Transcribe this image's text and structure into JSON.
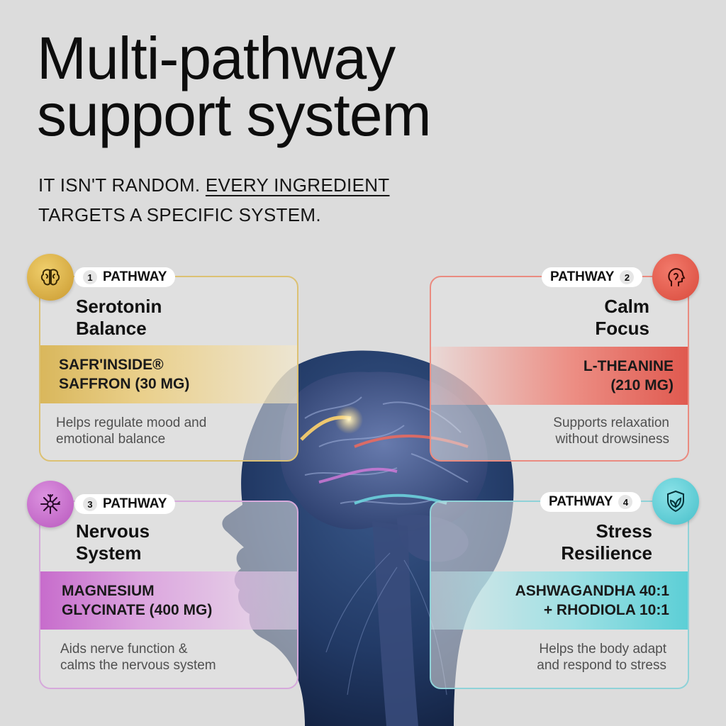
{
  "title": {
    "line1": "Multi-pathway",
    "line2": "support system"
  },
  "subtitle": {
    "line1_a": "IT ISN'T RANDOM. ",
    "line1_b": "EVERY INGREDIENT",
    "line2": "TARGETS A SPECIFIC SYSTEM."
  },
  "colors": {
    "gold": "#d9b256",
    "coral": "#e8604f",
    "violet": "#c86fce",
    "teal": "#53cbd4",
    "background": "#dcdcdc"
  },
  "pathways": [
    {
      "number": "1",
      "pill": "PATHWAY",
      "icon": "brain-icon",
      "name1": "Serotonin",
      "name2": "Balance",
      "ingredient1": "SAFR'INSIDE®",
      "ingredient2": "SAFFRON (30 MG)",
      "desc1": "Helps regulate mood and",
      "desc2": "emotional balance"
    },
    {
      "number": "2",
      "pill": "PATHWAY",
      "icon": "head-profile-icon",
      "name1": "Calm",
      "name2": "Focus",
      "ingredient1": "L-THEANINE",
      "ingredient2": "(210 MG)",
      "desc1": "Supports relaxation",
      "desc2": "without drowsiness"
    },
    {
      "number": "3",
      "pill": "PATHWAY",
      "icon": "neuron-icon",
      "name1": "Nervous",
      "name2": "System",
      "ingredient1": "MAGNESIUM",
      "ingredient2": "GLYCINATE (400 MG)",
      "desc1": "Aids nerve function &",
      "desc2": "calms the nervous system"
    },
    {
      "number": "4",
      "pill": "PATHWAY",
      "icon": "shield-leaf-icon",
      "name1": "Stress",
      "name2": "Resilience",
      "ingredient1": "ASHWAGANDHA 40:1",
      "ingredient2": "+ RHODIOLA 10:1",
      "desc1": "Helps the body adapt",
      "desc2": "and respond to stress"
    }
  ]
}
